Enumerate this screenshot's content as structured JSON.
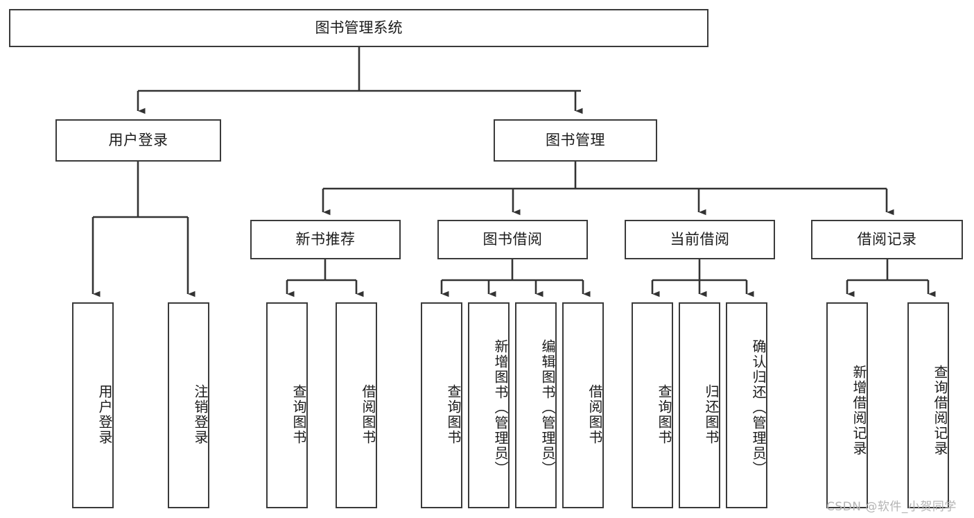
{
  "diagram": {
    "title": "图书管理系统",
    "type": "tree-hierarchy-chart",
    "watermark": "CSDN @软件_小贺同学",
    "colors": {
      "box_border": "#3a3a3a",
      "box_fill": "#ffffff",
      "edge": "#333333",
      "text": "#1b1b1b",
      "watermark": "#b4b4b4",
      "background": "#ffffff"
    },
    "levels": {
      "level1": [
        {
          "id": "root",
          "label": "图书管理系统"
        }
      ],
      "level2": [
        {
          "id": "user-login",
          "label": "用户登录"
        },
        {
          "id": "book-manage",
          "label": "图书管理"
        }
      ],
      "level3": [
        {
          "id": "new-book-rec",
          "label": "新书推荐"
        },
        {
          "id": "book-borrow",
          "label": "图书借阅"
        },
        {
          "id": "current-borrow",
          "label": "当前借阅"
        },
        {
          "id": "borrow-record",
          "label": "借阅记录"
        }
      ],
      "level4": [
        {
          "id": "leaf-user-login",
          "label": "用户登录",
          "parent": "user-login"
        },
        {
          "id": "leaf-logout",
          "label": "注销登录",
          "parent": "user-login"
        },
        {
          "id": "leaf-query-book-1",
          "label": "查询图书",
          "parent": "new-book-rec"
        },
        {
          "id": "leaf-borrow-book-1",
          "label": "借阅图书",
          "parent": "new-book-rec"
        },
        {
          "id": "leaf-query-book-2",
          "label": "查询图书",
          "parent": "book-borrow"
        },
        {
          "id": "leaf-add-book",
          "label": "新增图书（管理员）",
          "parent": "book-borrow"
        },
        {
          "id": "leaf-edit-book",
          "label": "编辑图书（管理员）",
          "parent": "book-borrow"
        },
        {
          "id": "leaf-borrow-book-2",
          "label": "借阅图书",
          "parent": "book-borrow"
        },
        {
          "id": "leaf-query-book-3",
          "label": "查询图书",
          "parent": "current-borrow"
        },
        {
          "id": "leaf-return-book",
          "label": "归还图书",
          "parent": "current-borrow"
        },
        {
          "id": "leaf-confirm-return",
          "label": "确认归还（管理员）",
          "parent": "current-borrow"
        },
        {
          "id": "leaf-add-record",
          "label": "新增借阅记录",
          "parent": "borrow-record"
        },
        {
          "id": "leaf-query-record",
          "label": "查询借阅记录",
          "parent": "borrow-record"
        }
      ]
    }
  }
}
